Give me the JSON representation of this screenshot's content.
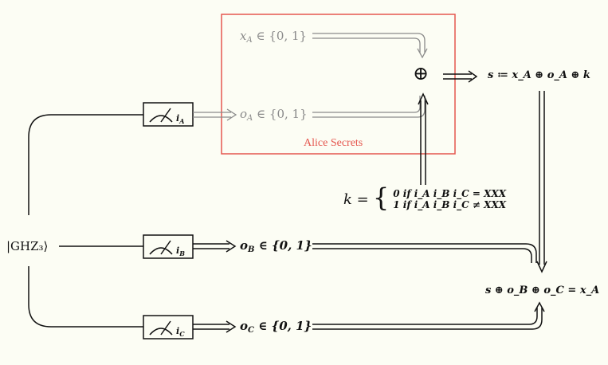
{
  "diagram": {
    "state_label": "|GHZ₃⟩",
    "region_label": "Alice Secrets",
    "alice": {
      "x_var": "x",
      "x_sub": "A",
      "x_set": "∈ {0, 1}",
      "o_var": "o",
      "o_sub": "A",
      "o_set": "∈ {0, 1}",
      "meter_index": "i",
      "meter_sub": "A"
    },
    "bob": {
      "o_var": "o",
      "o_sub": "B",
      "o_set": "∈ {0, 1}",
      "meter_index": "i",
      "meter_sub": "B"
    },
    "charlie": {
      "o_var": "o",
      "o_sub": "C",
      "o_set": "∈ {0, 1}",
      "meter_index": "i",
      "meter_sub": "C"
    },
    "xor_symbol": "⊕",
    "s_definition": "s ≔ x_A ⊕ o_A ⊕ k",
    "k_definition": {
      "lhs": "k =",
      "case1": "0  if  i_A i_B i_C = XXX",
      "case2": "1  if  i_A i_B i_C ≠ XXX"
    },
    "result": "s ⊕ o_B ⊕ o_C = x_A",
    "colors": {
      "background": "#fcfdf4",
      "line": "#111111",
      "faded": "#8a8a8a",
      "region": "#e5564e"
    }
  }
}
